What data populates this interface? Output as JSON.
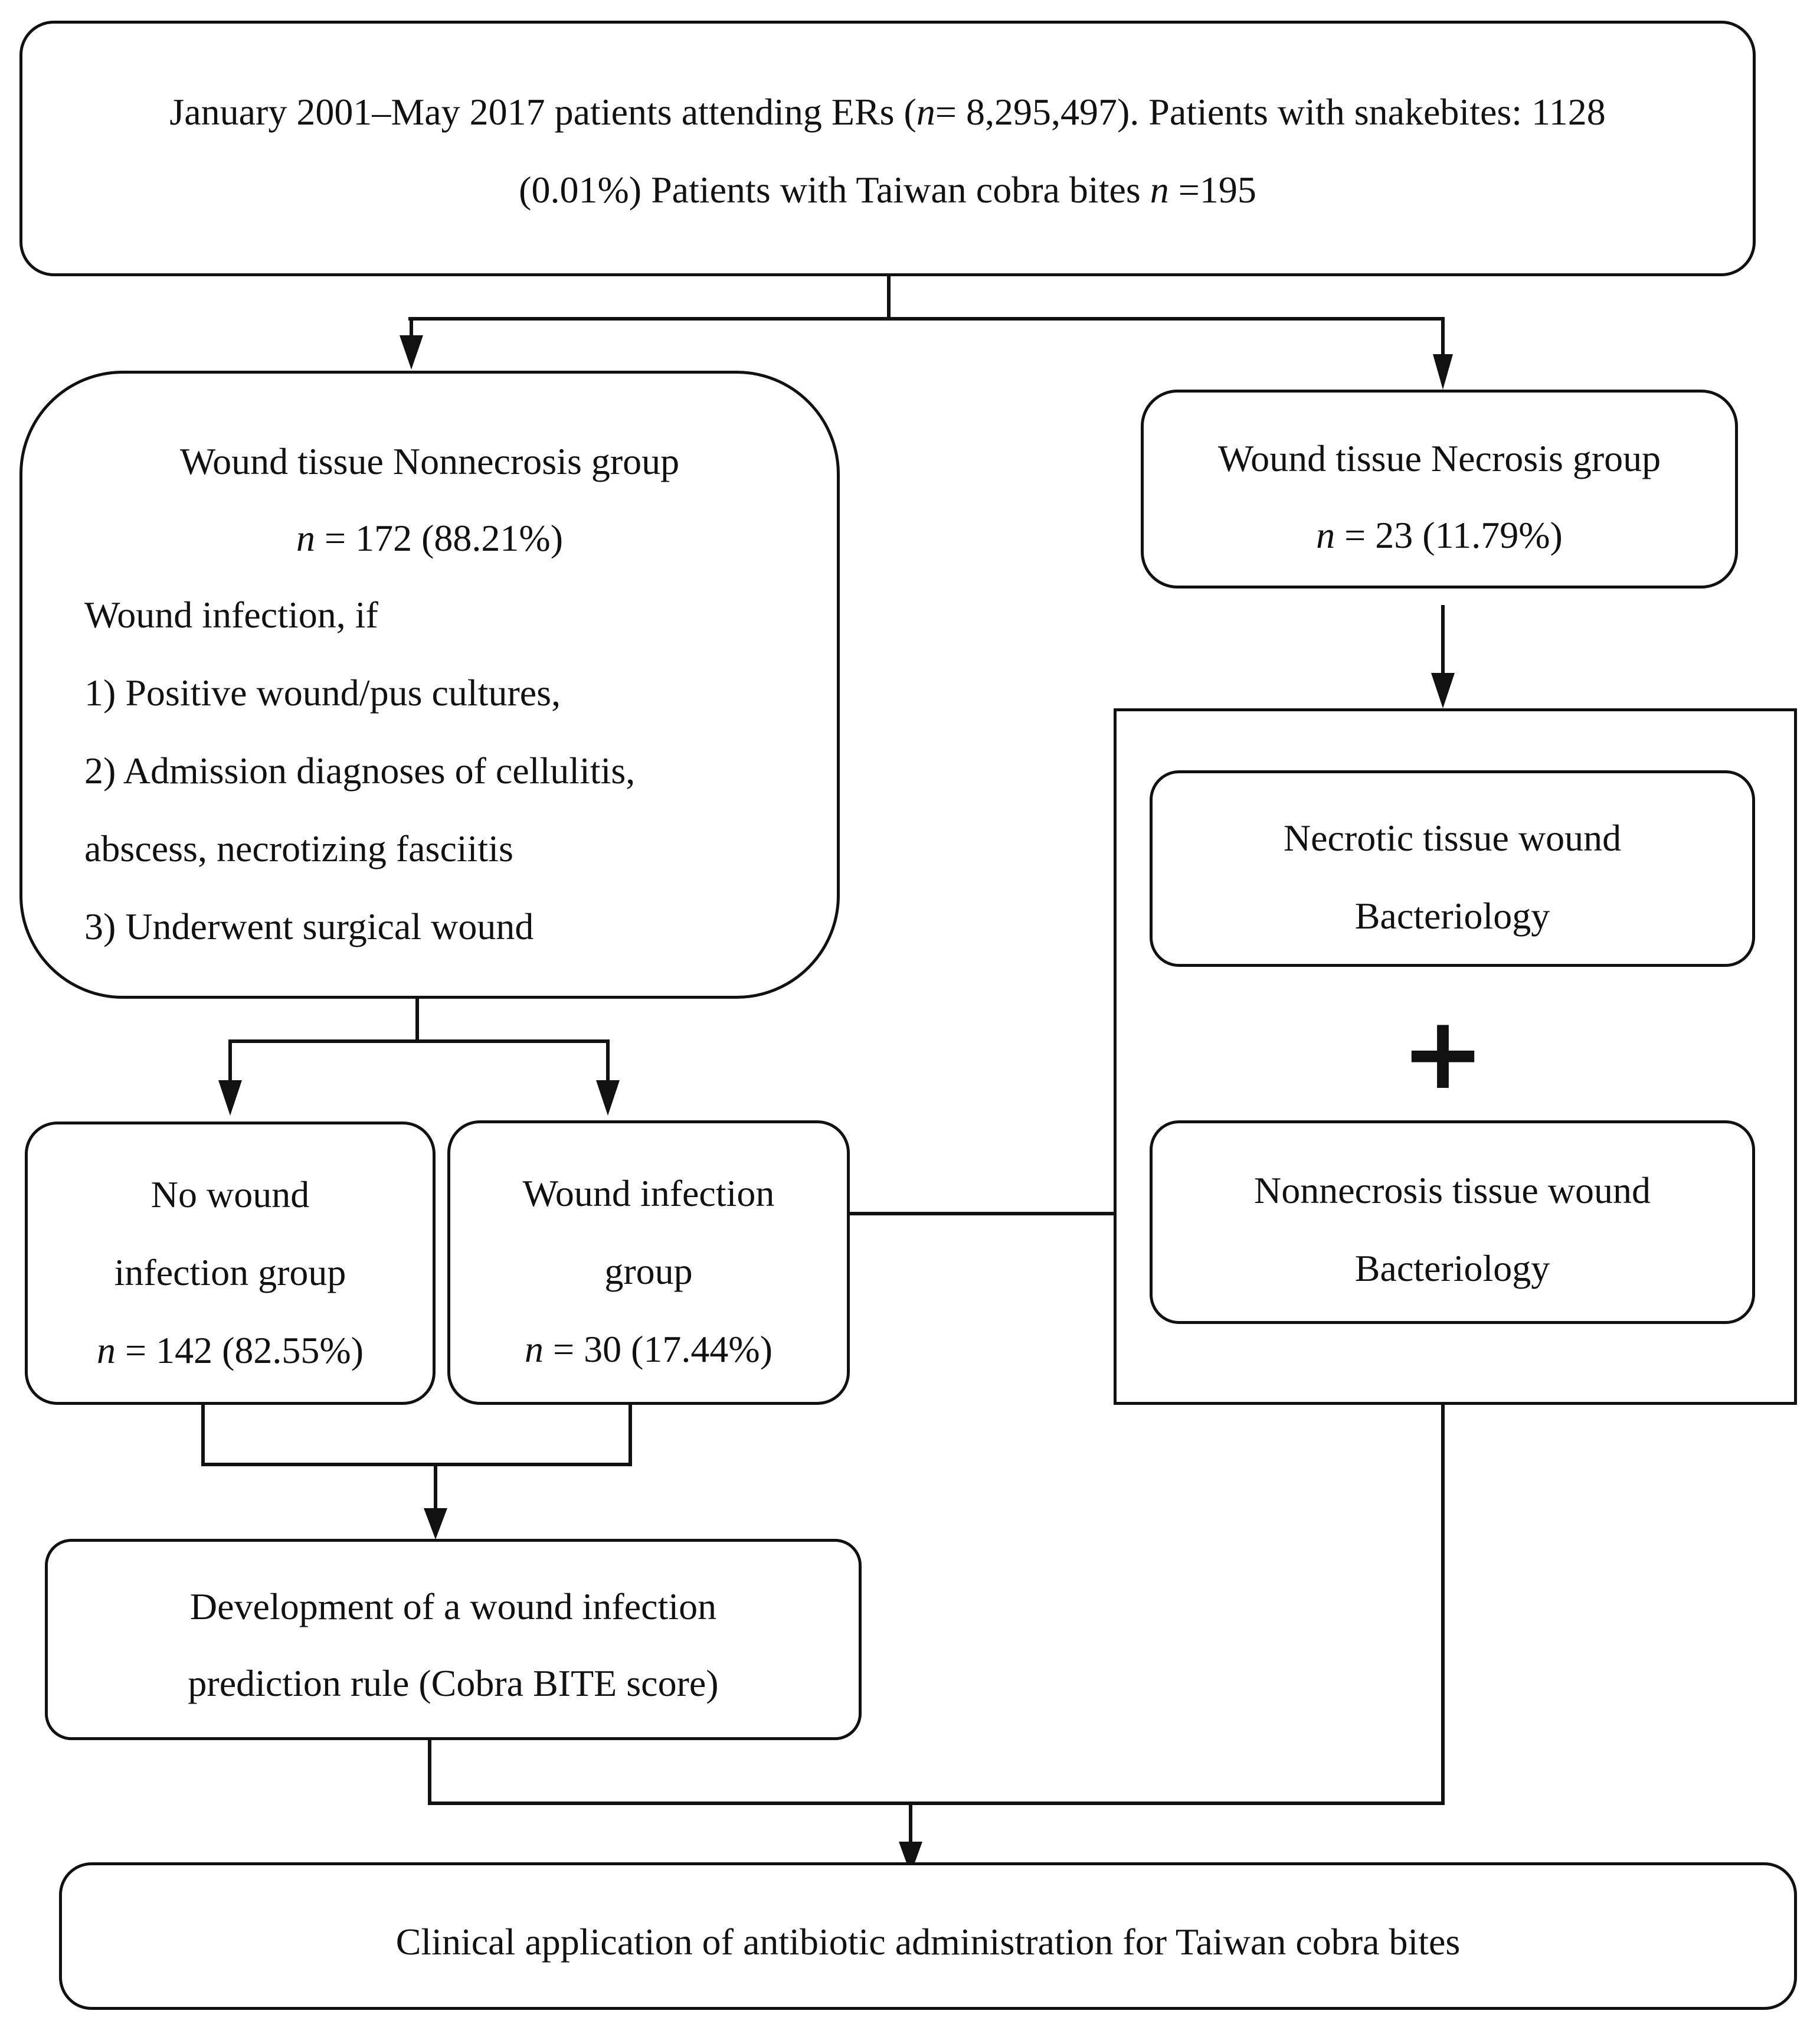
{
  "top_box": {
    "line1_pre": "January 2001–May 2017 patients attending ERs (",
    "line1_n": "n",
    "line1_post": "= 8,295,497). Patients with snakebites: 1128",
    "line2_pre": "(0.01%) Patients with Taiwan cobra bites ",
    "line2_n": "n",
    "line2_post": " =195"
  },
  "nonnecrosis_box": {
    "title": "Wound tissue Nonnecrosis group",
    "count_n": "n",
    "count_rest": " = 172 (88.21%)",
    "criteria_header": "Wound infection, if",
    "criteria": [
      "1) Positive wound/pus cultures,",
      "2) Admission diagnoses of cellulitis,",
      "abscess, necrotizing fasciitis",
      "3) Underwent surgical wound"
    ]
  },
  "necrosis_box": {
    "title": "Wound tissue Necrosis group",
    "count_n": "n",
    "count_rest": " = 23 (11.79%)"
  },
  "bacteriology_container": {
    "necrotic_line1": "Necrotic tissue wound",
    "necrotic_line2": "Bacteriology",
    "plus": "+",
    "nonnecrosis_line1": "Nonnecrosis tissue wound",
    "nonnecrosis_line2": "Bacteriology"
  },
  "no_infection_box": {
    "line1": "No wound",
    "line2": "infection group",
    "count_n": "n",
    "count_rest": " = 142 (82.55%)"
  },
  "infection_box": {
    "line1": "Wound infection",
    "line2": "group",
    "count_n": "n",
    "count_rest": " = 30 (17.44%)"
  },
  "development_box": {
    "line1": "Development of a wound infection",
    "line2": "prediction rule (Cobra BITE score)"
  },
  "clinical_box": {
    "line1": "Clinical application of antibiotic administration for Taiwan cobra bites"
  }
}
